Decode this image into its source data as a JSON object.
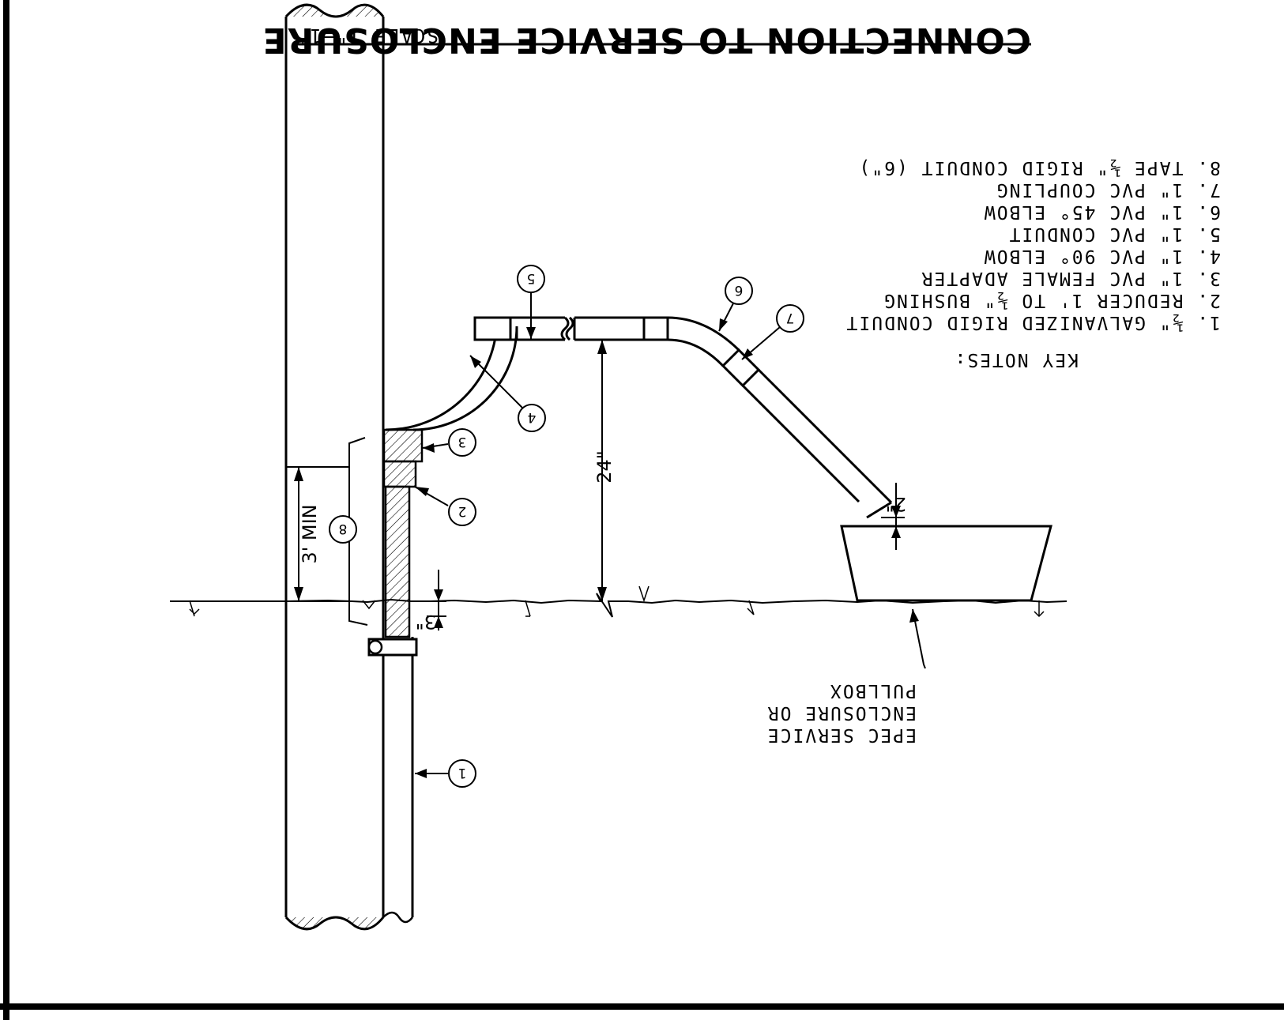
{
  "drawing": {
    "title": "CONNECTION TO SERVICE ENCLOSURE",
    "scale": "SCALE 1\"=1'"
  },
  "key_notes": {
    "heading": "KEY NOTES:",
    "items": [
      "1.  ½\" GALVANIZED RIGID CONDUIT",
      "2.  REDUCER 1' TO ½\" BUSHING",
      "3.  1\" PVC FEMALE ADAPTER",
      "4.  1\" PVC 90° ELBOW",
      "5.  1\" PVC CONDUIT",
      "6.  1\" PVC 45° ELBOW",
      "7.  1\" PVC COUPLING",
      "8.  TAPE ½\" RIGID CONDUIT (6\")"
    ]
  },
  "callouts": {
    "c1": "1",
    "c2": "2",
    "c3": "3",
    "c4": "4",
    "c5": "5",
    "c6": "6",
    "c7": "7",
    "c8": "8"
  },
  "dimensions": {
    "min_height": "3' MIN",
    "depth_below_grade": "3\"",
    "rise": "24\"",
    "entry": "2\""
  },
  "enclosure_label": [
    "EPEC SERVICE",
    "ENCLOSURE OR",
    "PULLBOX"
  ]
}
